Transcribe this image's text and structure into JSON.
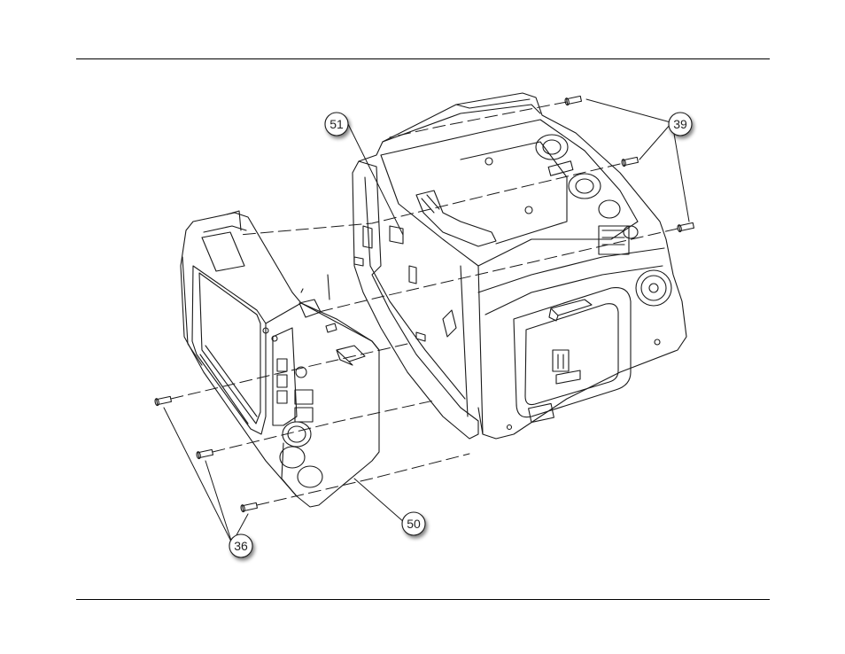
{
  "callouts": {
    "c51": "51",
    "c39": "39",
    "c50": "50",
    "c36": "36"
  },
  "colors": {
    "line": "#1a1a1a",
    "callout_fill": "#ffffff",
    "callout_shadow": "#bdbdbd"
  }
}
